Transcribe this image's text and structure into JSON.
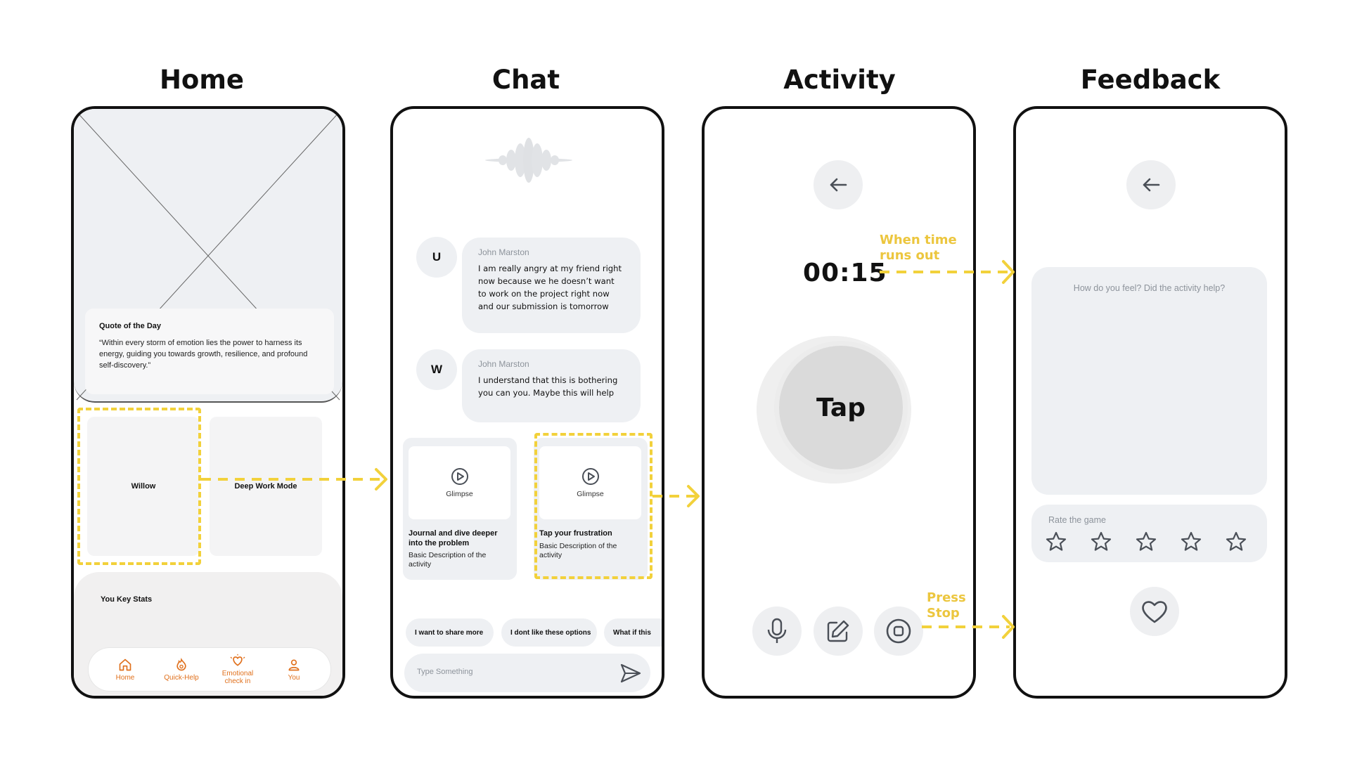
{
  "screens": {
    "home": {
      "title": "Home",
      "quote_title": "Quote of the Day",
      "quote_text": "“Within every storm of emotion lies the power to harness its energy, guiding you towards growth, resilience, and profound self-discovery.”",
      "tile_willow": "Willow",
      "tile_deep_work": "Deep Work Mode",
      "stats_title": "You Key Stats",
      "tabs": [
        {
          "label": "Home",
          "icon": "home-icon"
        },
        {
          "label": "Quick-Help",
          "icon": "flame-icon"
        },
        {
          "label": "Emotional check in",
          "icon": "heart-sparkle-icon"
        },
        {
          "label": "You",
          "icon": "user-icon"
        }
      ]
    },
    "chat": {
      "title": "Chat",
      "messages": [
        {
          "avatar": "U",
          "name": "John Marston",
          "text": "I am really angry at my friend right now because we he doesn’t want to work on the project right now and our submission is tomorrow"
        },
        {
          "avatar": "W",
          "name": "John Marston",
          "text": "I understand that this is bothering you can you. Maybe this will help"
        }
      ],
      "activities": [
        {
          "preview_label": "Glimpse",
          "title": "Journal and dive deeper into the problem",
          "description": "Basic Description of the activity"
        },
        {
          "preview_label": "Glimpse",
          "title": "Tap your frustration",
          "description": "Basic Description of the activity"
        }
      ],
      "chips": [
        "I want to share more",
        "I dont like these options",
        "What if this"
      ],
      "input_placeholder": "Type Something"
    },
    "activity": {
      "title": "Activity",
      "timer": "00:15",
      "tap_label": "Tap",
      "tools": [
        "microphone-icon",
        "edit-icon",
        "stop-icon"
      ]
    },
    "feedback": {
      "title": "Feedback",
      "question_placeholder": "How do you feel? Did the activity help?",
      "rate_label": "Rate the game",
      "stars": 5
    }
  },
  "annotations": {
    "time_out": "When time runs out",
    "press_stop": "Press Stop"
  },
  "colors": {
    "accent": "#e0701c",
    "annotation": "#f2d13b",
    "annotation_text": "#ecc63e",
    "card": "#eef0f3"
  }
}
